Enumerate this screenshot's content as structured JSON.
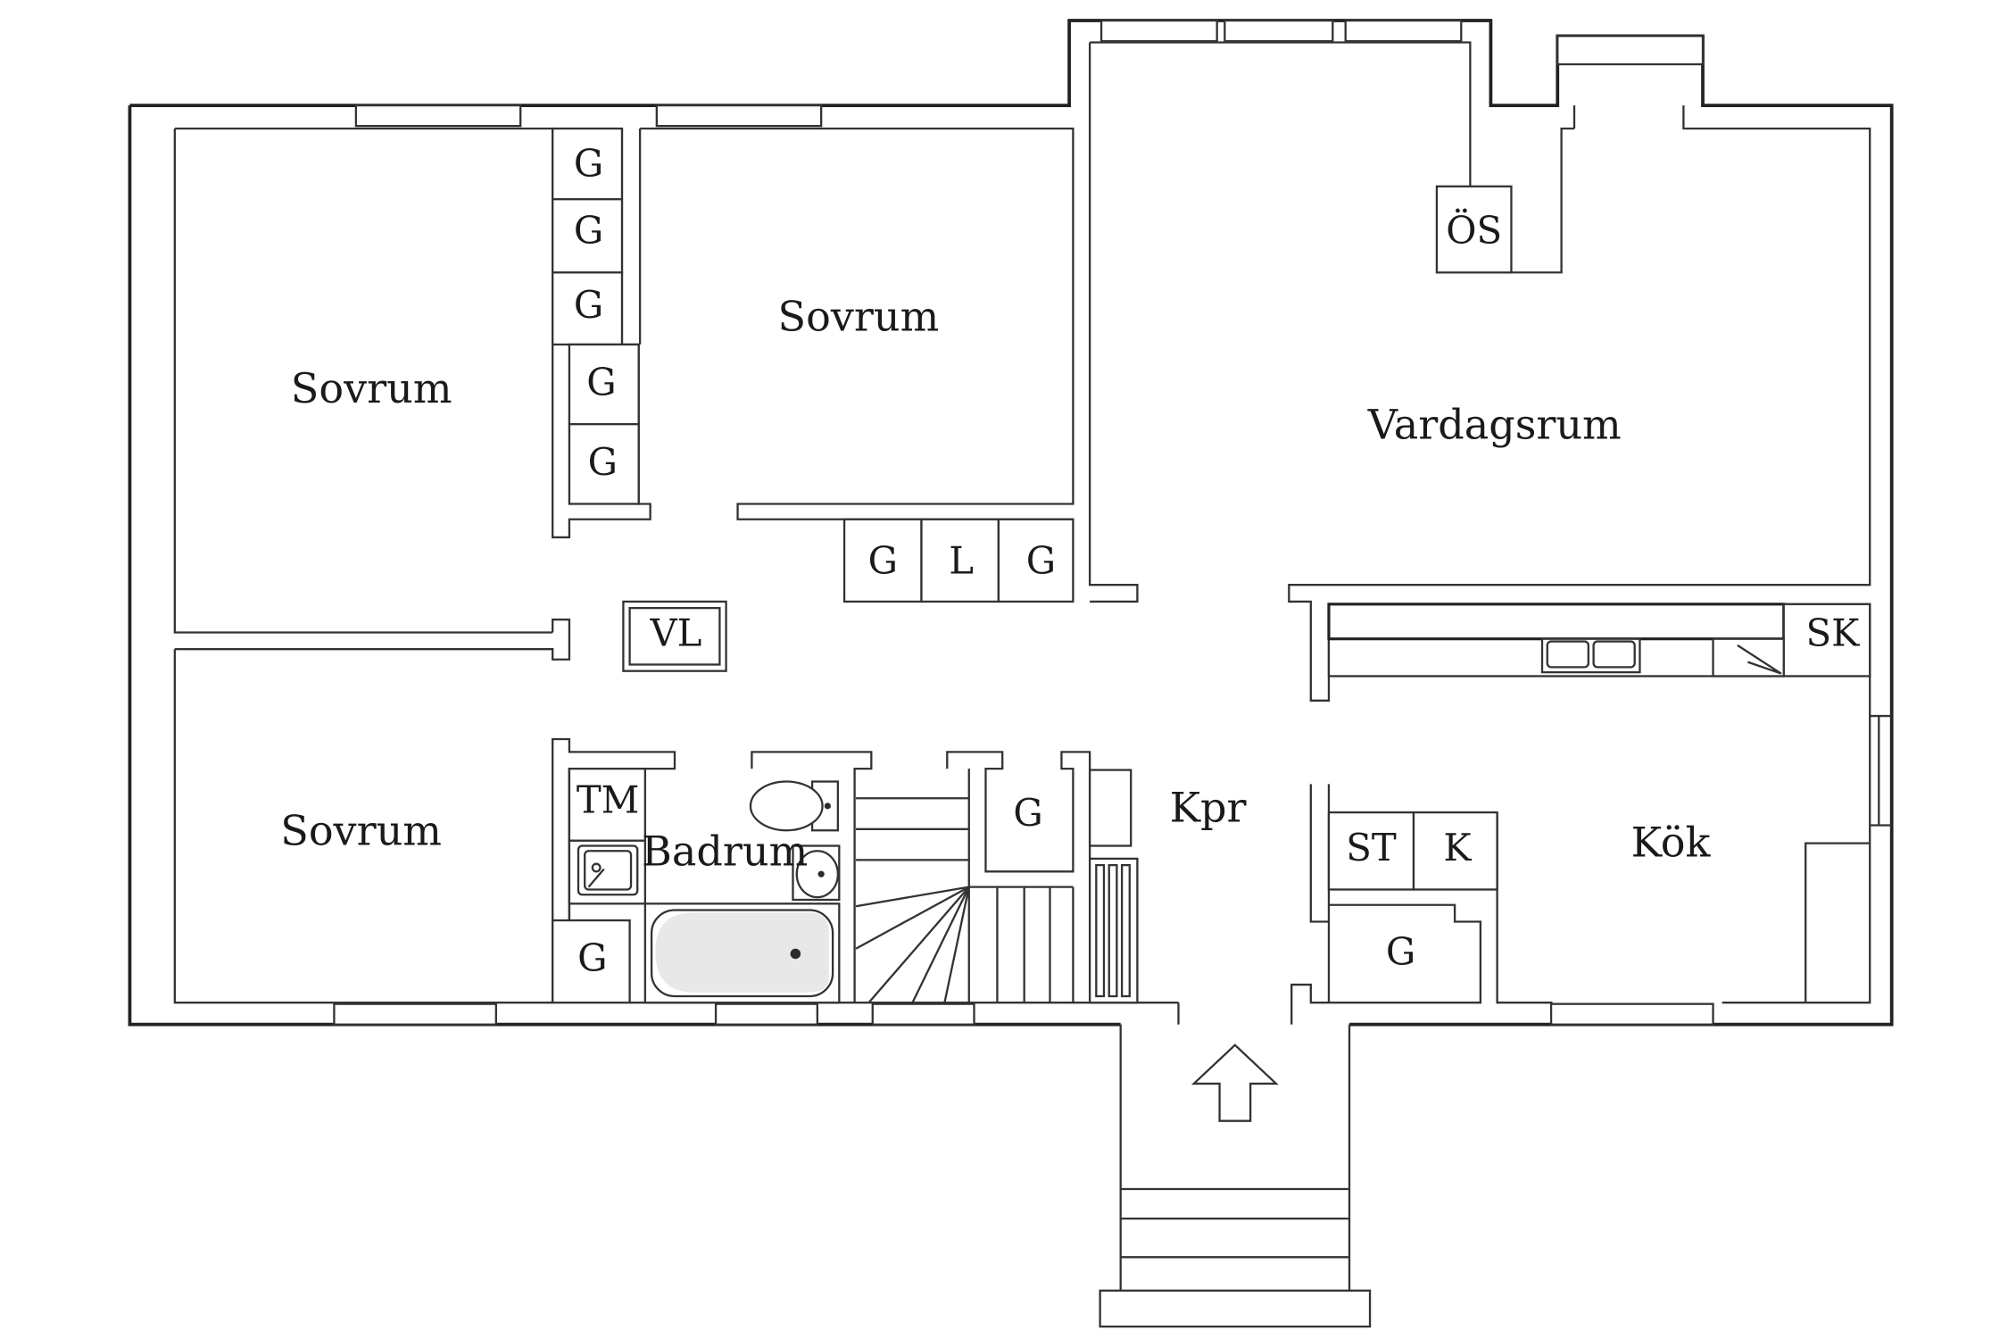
{
  "rooms": {
    "bedroom_left_top": "Sovrum",
    "bedroom_middle": "Sovrum",
    "bedroom_left_bottom": "Sovrum",
    "living_room": "Vardagsrum",
    "bathroom": "Badrum",
    "hallway": "Kpr",
    "kitchen": "Kök"
  },
  "fixtures": {
    "wardrobe": "G",
    "linen_closet": "L",
    "laundry_sink": "VL",
    "open_fireplace": "ÖS",
    "broom_closet": "SK",
    "dryer": "TM",
    "stove": "ST",
    "fridge": "K"
  }
}
